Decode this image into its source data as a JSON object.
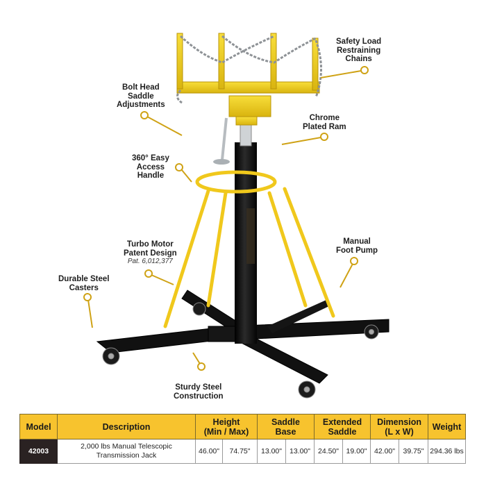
{
  "product": {
    "name": "2,000 lbs Manual Telescopic Transmission Jack",
    "colors": {
      "accent_yellow": "#f7c32e",
      "frame_yellow": "#f2cf1d",
      "frame_black": "#151515",
      "model_cell_bg": "#2a2222",
      "callout_gold": "#d4a514"
    }
  },
  "callouts": [
    {
      "id": "safety-chains",
      "lines": [
        "Safety Load",
        "Restraining",
        "Chains"
      ]
    },
    {
      "id": "bolt-head",
      "lines": [
        "Bolt Head",
        "Saddle",
        "Adjustments"
      ]
    },
    {
      "id": "chrome-ram",
      "lines": [
        "Chrome",
        "Plated Ram"
      ]
    },
    {
      "id": "access-handle",
      "lines": [
        "360° Easy",
        "Access",
        "Handle"
      ]
    },
    {
      "id": "turbo-motor",
      "lines": [
        "Turbo Motor",
        "Patent Design"
      ],
      "sub": "Pat. 6,012,377"
    },
    {
      "id": "foot-pump",
      "lines": [
        "Manual",
        "Foot Pump"
      ]
    },
    {
      "id": "casters",
      "lines": [
        "Durable Steel",
        "Casters"
      ]
    },
    {
      "id": "construction",
      "lines": [
        "Sturdy Steel",
        "Construction"
      ]
    }
  ],
  "table": {
    "headers": {
      "model": "Model",
      "description": "Description",
      "height": [
        "Height",
        "(Min / Max)"
      ],
      "saddle_base": [
        "Saddle",
        "Base"
      ],
      "extended_saddle": [
        "Extended",
        "Saddle"
      ],
      "dimension": [
        "Dimension",
        "(L x W)"
      ],
      "weight": "Weight"
    },
    "rows": [
      {
        "model": "42003",
        "description": [
          "2,000 lbs Manual Telescopic",
          "Transmission Jack"
        ],
        "height_min": "46.00\"",
        "height_max": "74.75\"",
        "saddle_base_1": "13.00\"",
        "saddle_base_2": "13.00\"",
        "extended_saddle_1": "24.50\"",
        "extended_saddle_2": "19.00\"",
        "dimension_l": "42.00\"",
        "dimension_w": "39.75\"",
        "weight": "294.36 lbs"
      }
    ]
  }
}
